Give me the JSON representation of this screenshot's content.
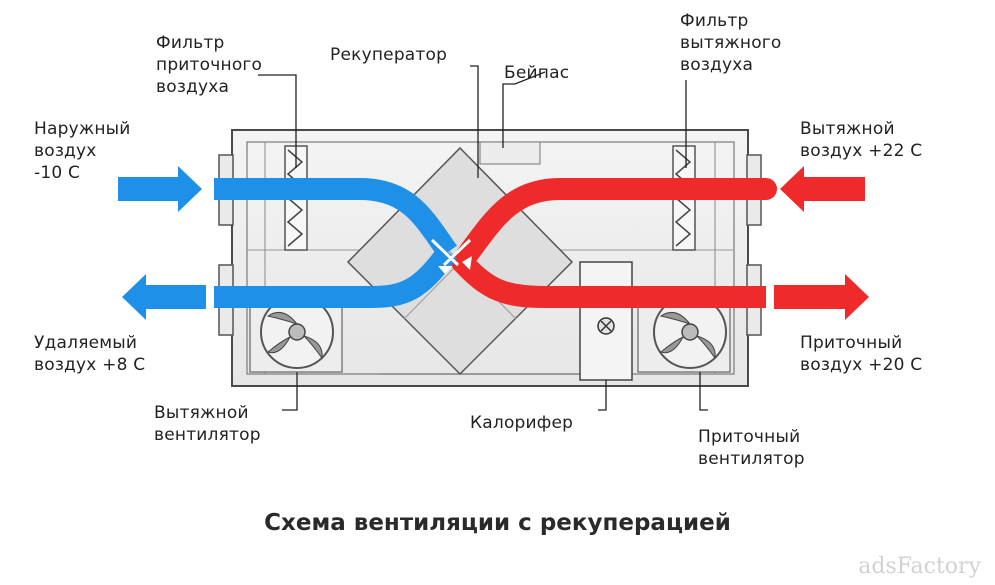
{
  "colors": {
    "cold": "#1e90e8",
    "hot": "#ef2a2a",
    "frame": "#4a4a4a"
  },
  "labels": {
    "outdoor_air": "Наружный\nвоздух\n-10 С",
    "supply_filter": "Фильтр\nприточного\nвоздуха",
    "recuperator": "Рекуператор",
    "bypass": "Бейпас",
    "exhaust_filter": "Фильтр\nвытяжного\nвоздуха",
    "extract_air": "Вытяжной\nвоздух +22 С",
    "removed_air": "Удаляемый\nвоздух +8 С",
    "supply_air": "Приточный\nвоздух +20 С",
    "exhaust_fan": "Вытяжной\nвентилятор",
    "heater": "Калорифер",
    "supply_fan": "Приточный\nвентилятор"
  },
  "caption": "Схема вентиляции с рекуперацией",
  "watermark": "adsFactory"
}
